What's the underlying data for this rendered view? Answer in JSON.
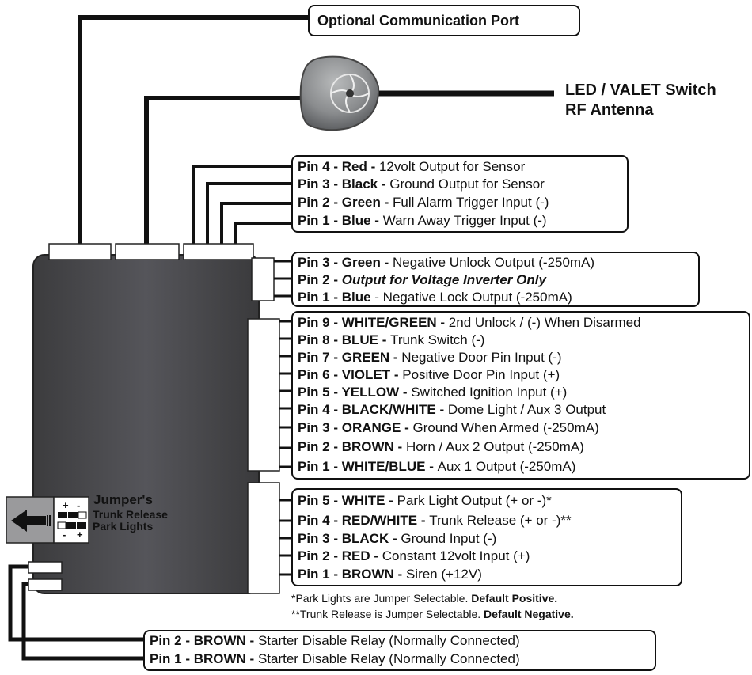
{
  "comm_port": {
    "label": "Optional Communication Port"
  },
  "led_valet": {
    "line1": "LED / VALET Switch",
    "line2": "RF Antenna"
  },
  "sensor_connector": {
    "pins": [
      {
        "pin": "Pin 4 - ",
        "color": "Red - ",
        "desc": "12volt Output for Sensor"
      },
      {
        "pin": "Pin 3 - ",
        "color": "Black - ",
        "desc": "Ground Output for Sensor"
      },
      {
        "pin": "Pin 2 - ",
        "color": "Green - ",
        "desc": "Full Alarm Trigger Input (-)"
      },
      {
        "pin": "Pin 1 - ",
        "color": "Blue - ",
        "desc": "Warn Away Trigger Input (-)"
      }
    ]
  },
  "lock_connector": {
    "pins": [
      {
        "pin": "Pin 3 - ",
        "color": "Green",
        "desc": " - Negative Unlock Output (-250mA)"
      },
      {
        "pin": "Pin 2 - ",
        "color": "",
        "desc": "Output for Voltage Inverter Only"
      },
      {
        "pin": "Pin 1 - ",
        "color": "Blue",
        "desc": " - Negative Lock Output (-250mA)"
      }
    ]
  },
  "main_connector": {
    "pins": [
      {
        "pin": "Pin 9 - ",
        "color": "WHITE/GREEN - ",
        "desc": "2nd Unlock / (-) When Disarmed"
      },
      {
        "pin": "Pin 8 - ",
        "color": "BLUE - ",
        "desc": "Trunk Switch (-)"
      },
      {
        "pin": "Pin 7 - ",
        "color": "GREEN - ",
        "desc": "Negative Door Pin Input (-)"
      },
      {
        "pin": "Pin 6 - ",
        "color": "VIOLET - ",
        "desc": "Positive Door Pin Input (+)"
      },
      {
        "pin": "Pin 5 - ",
        "color": "YELLOW - ",
        "desc": "Switched Ignition Input (+)"
      },
      {
        "pin": "Pin 4 - ",
        "color": "BLACK/WHITE - ",
        "desc": "Dome Light / Aux 3 Output"
      },
      {
        "pin": "Pin 3 - ",
        "color": "ORANGE - ",
        "desc": "Ground When Armed (-250mA)"
      },
      {
        "pin": "Pin 2 - ",
        "color": "BROWN - ",
        "desc": "Horn / Aux 2 Output (-250mA)"
      },
      {
        "pin": "Pin 1 - ",
        "color": "WHITE/BLUE - ",
        "desc": "Aux 1 Output (-250mA)"
      }
    ]
  },
  "power_connector": {
    "pins": [
      {
        "pin": "Pin 5 - ",
        "color": "WHITE - ",
        "desc": "Park Light Output (+ or -)*"
      },
      {
        "pin": "Pin 4 - ",
        "color": "RED/WHITE - ",
        "desc": "Trunk Release (+ or -)**"
      },
      {
        "pin": "Pin 3 - ",
        "color": "BLACK - ",
        "desc": "Ground Input (-)"
      },
      {
        "pin": "Pin 2 - ",
        "color": "RED - ",
        "desc": "Constant 12volt Input (+)"
      },
      {
        "pin": "Pin 1 - ",
        "color": "BROWN - ",
        "desc": "Siren (+12V)"
      }
    ]
  },
  "notes": [
    {
      "text": "*Park Lights are Jumper Selectable. ",
      "bold": "Default Positive."
    },
    {
      "text": "**Trunk Release is Jumper Selectable. ",
      "bold": "Default Negative."
    }
  ],
  "starter_connector": {
    "pins": [
      {
        "pin": "Pin 2 - ",
        "color": "BROWN - ",
        "desc": "Starter Disable Relay (Normally Connected)"
      },
      {
        "pin": "Pin 1 - ",
        "color": "BROWN - ",
        "desc": "Starter Disable Relay (Normally Connected)"
      }
    ]
  },
  "jumpers": {
    "title": "Jumper's",
    "trunk": "Trunk Release",
    "park": "Park Lights",
    "plus": "+",
    "minus": "-"
  },
  "colors": {
    "module_gray": "#4a4a4c",
    "wire": "#111111"
  }
}
